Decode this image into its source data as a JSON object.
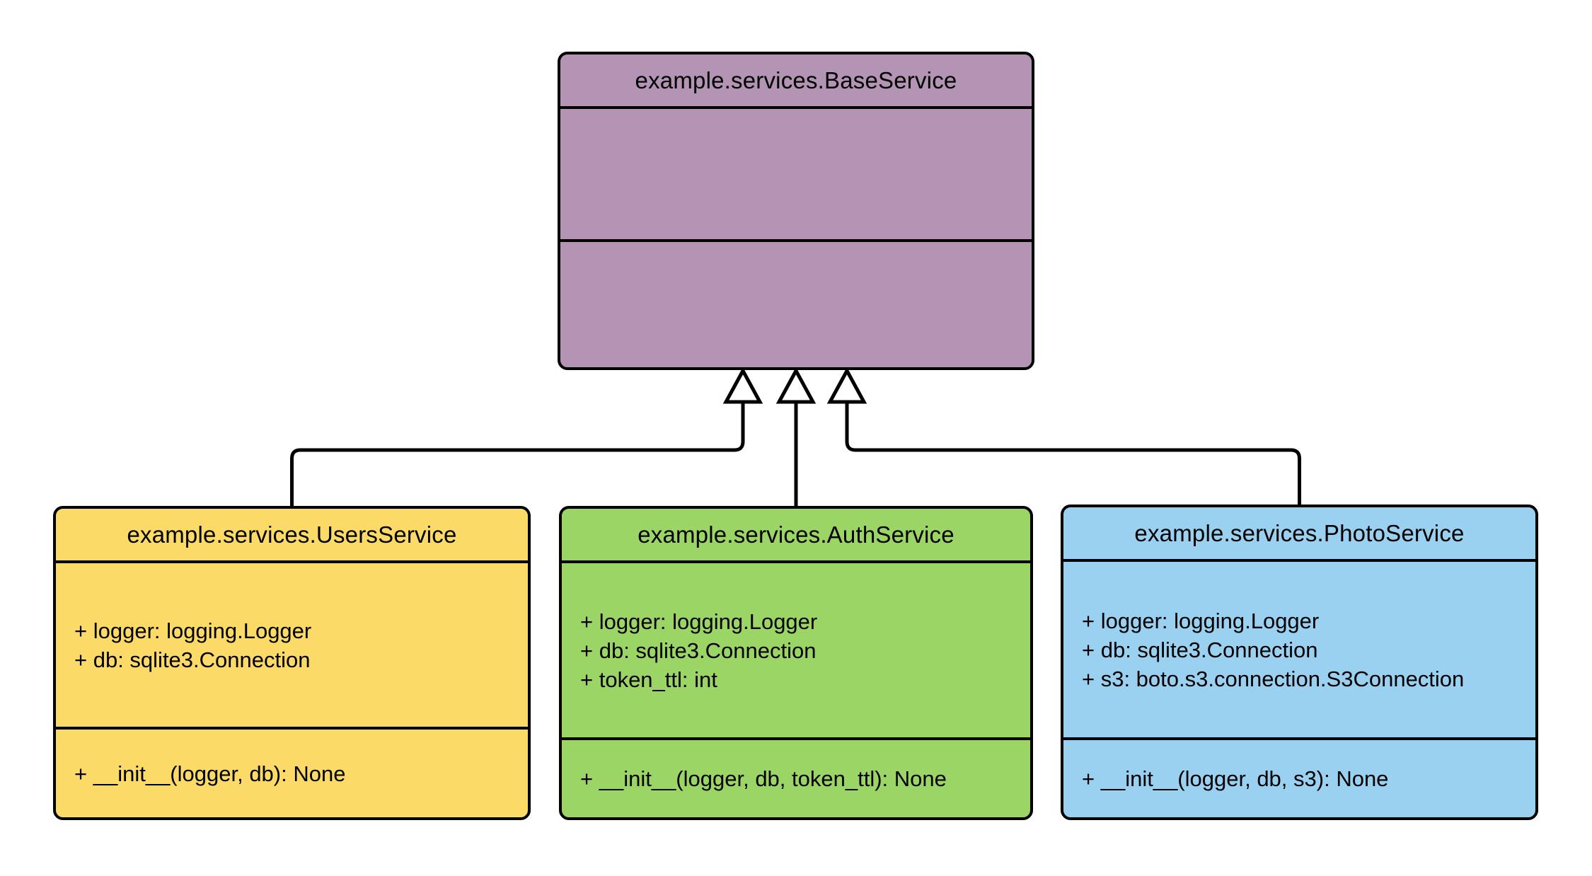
{
  "diagram": {
    "kind": "uml-class-diagram",
    "background_color": "#ffffff",
    "line_color": "#000000",
    "arrowhead_style": "hollow-triangle",
    "arrowhead_fill": "#ffffff"
  },
  "classes": [
    {
      "name": "example.services.BaseService",
      "fill": "#b494b5",
      "attributes": [],
      "methods": []
    },
    {
      "name": "example.services.UsersService",
      "fill": "#fcda68",
      "attributes": [
        "+ logger: logging.Logger",
        "+ db: sqlite3.Connection"
      ],
      "methods": [
        "+ __init__(logger, db): None"
      ]
    },
    {
      "name": "example.services.AuthService",
      "fill": "#9ad566",
      "attributes": [
        "+ logger: logging.Logger",
        "+ db: sqlite3.Connection",
        "+ token_ttl: int"
      ],
      "methods": [
        "+ __init__(logger, db, token_ttl): None"
      ]
    },
    {
      "name": "example.services.PhotoService",
      "fill": "#9ad1f1",
      "attributes": [
        "+ logger: logging.Logger",
        "+ db: sqlite3.Connection",
        "+ s3: boto.s3.connection.S3Connection"
      ],
      "methods": [
        "+ __init__(logger, db, s3): None"
      ]
    }
  ],
  "relations": [
    {
      "type": "inheritance",
      "from": "example.services.UsersService",
      "to": "example.services.BaseService"
    },
    {
      "type": "inheritance",
      "from": "example.services.AuthService",
      "to": "example.services.BaseService"
    },
    {
      "type": "inheritance",
      "from": "example.services.PhotoService",
      "to": "example.services.BaseService"
    }
  ]
}
